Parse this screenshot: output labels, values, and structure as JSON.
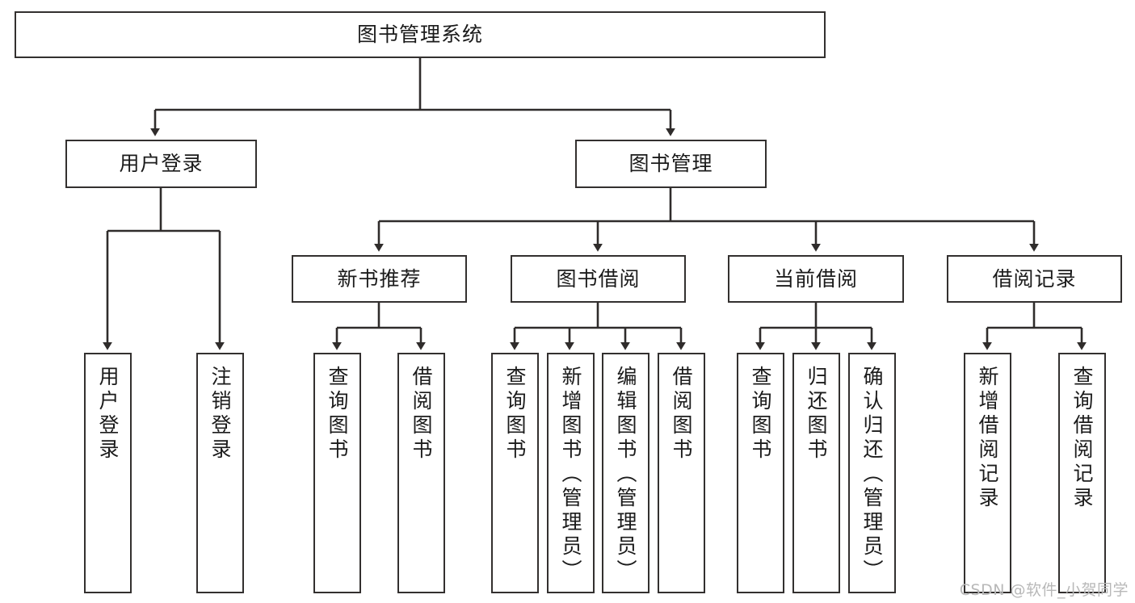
{
  "diagram": {
    "title": "图书管理系统",
    "watermark": "CSDN @软件_小贺同学",
    "colors": {
      "box_border": "#33302f",
      "box_fill": "#ffffff",
      "connector": "#2f2c2b",
      "text": "#1b1b1b",
      "watermark": "#b8b8b8"
    },
    "root": {
      "label": "图书管理系统"
    },
    "level2": [
      {
        "label": "用户登录"
      },
      {
        "label": "图书管理"
      }
    ],
    "level3": [
      {
        "label": "新书推荐"
      },
      {
        "label": "图书借阅"
      },
      {
        "label": "当前借阅"
      },
      {
        "label": "借阅记录"
      }
    ],
    "leaves": {
      "user_login": [
        {
          "label": "用户登录"
        },
        {
          "label": "注销登录"
        }
      ],
      "new_book_recommend": [
        {
          "label": "查询图书"
        },
        {
          "label": "借阅图书"
        }
      ],
      "book_borrow": [
        {
          "label": "查询图书"
        },
        {
          "label": "新增图书（管理员）"
        },
        {
          "label": "编辑图书（管理员）"
        },
        {
          "label": "借阅图书"
        }
      ],
      "current_borrow": [
        {
          "label": "查询图书"
        },
        {
          "label": "归还图书"
        },
        {
          "label": "确认归还（管理员）"
        }
      ],
      "borrow_record": [
        {
          "label": "新增借阅记录"
        },
        {
          "label": "查询借阅记录"
        }
      ]
    }
  }
}
